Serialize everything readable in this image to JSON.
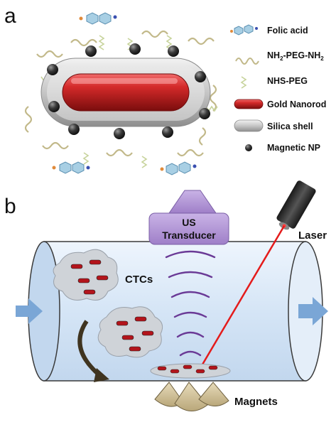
{
  "panels": {
    "a": {
      "label": "a"
    },
    "b": {
      "label": "b"
    }
  },
  "legend": {
    "folic_acid": "Folic acid",
    "peg_amine": {
      "base": "NH",
      "sub1": "2",
      "mid": "-PEG-NH",
      "sub2": "2"
    },
    "nhs_peg": "NHS-PEG",
    "gold_nanorod": "Gold Nanorod",
    "silica_shell": "Silica shell",
    "magnetic_np": "Magnetic NP"
  },
  "labels": {
    "transducer_line1": "US",
    "transducer_line2": "Transducer",
    "laser": "Laser",
    "ctcs": "CTCs",
    "magnets": "Magnets"
  },
  "colors": {
    "gold_nanorod": "#b3141b",
    "silica_shell": "#b9b9b9",
    "magnetic_np": "#2f2f2f",
    "transducer": "#b79bd6",
    "vessel": "#d8e8f8",
    "laser_beam": "#e41b1b",
    "arrow": "#7aa6d6",
    "wave": "#6a3a96",
    "magnet": "#d9c9a0",
    "peg": "#c9c08a"
  }
}
